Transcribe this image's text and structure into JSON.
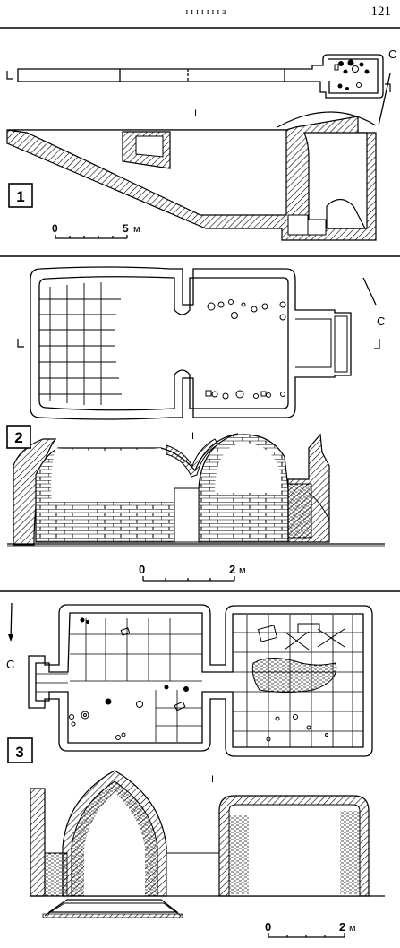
{
  "header": {
    "running_head": "ɪ ɪ ɪ ɪ ɪ ɪ ɪ ɜ",
    "page_number": "121"
  },
  "figures": [
    {
      "number": "1",
      "section_mark": "I",
      "north": "C",
      "scale_zero": "0",
      "scale_value": "5",
      "scale_unit": "м"
    },
    {
      "number": "2",
      "section_mark": "I",
      "north": "C",
      "scale_zero": "0",
      "scale_value": "2",
      "scale_unit": "м"
    },
    {
      "number": "3",
      "section_mark": "I",
      "north": "C",
      "scale_zero": "0",
      "scale_value": "2",
      "scale_unit": "м"
    }
  ]
}
